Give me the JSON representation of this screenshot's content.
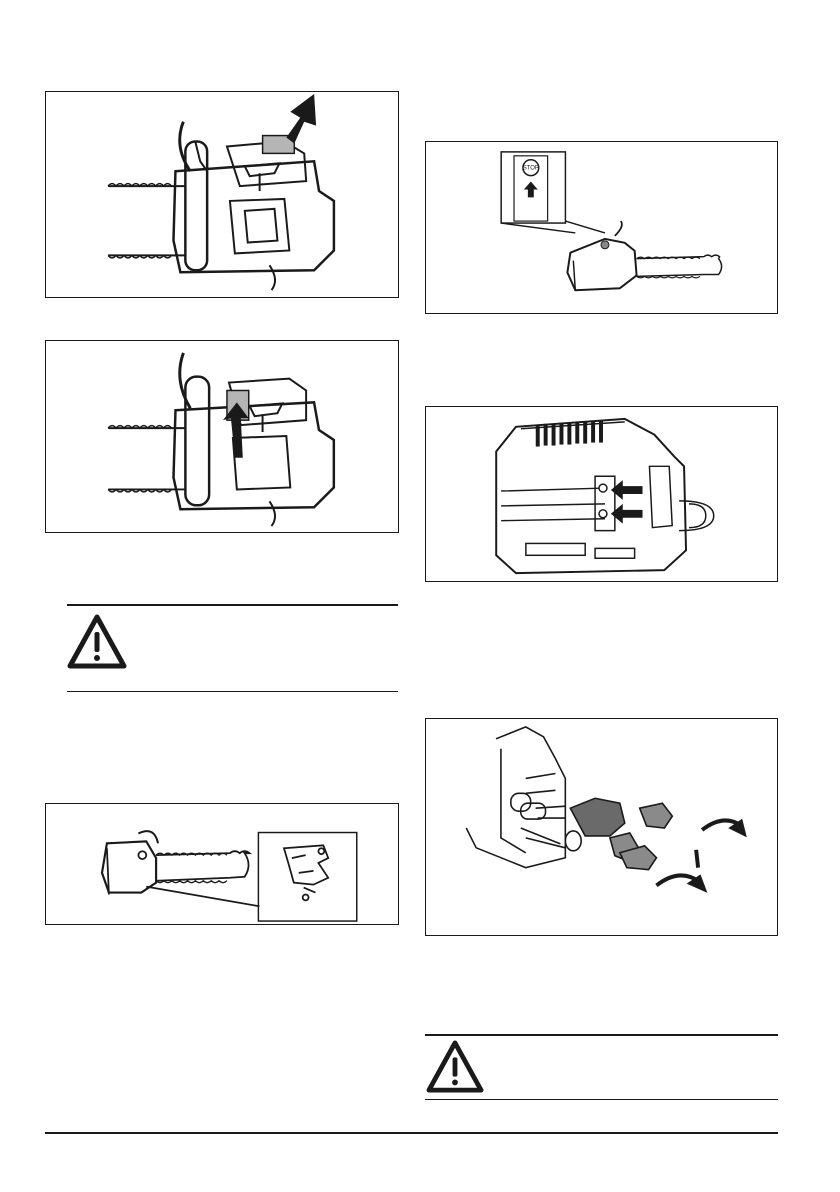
{
  "figures": [
    {
      "id": "fig-chain-brake-engage",
      "icon": "chainsaw-front-guard-push-forward"
    },
    {
      "id": "fig-chain-brake-release",
      "icon": "chainsaw-front-guard-pull-back"
    },
    {
      "id": "fig-stop-switch",
      "icon": "chainsaw-stop-switch",
      "label": "STOP"
    },
    {
      "id": "fig-side-cover-screws",
      "icon": "chainsaw-bar-nuts"
    },
    {
      "id": "fig-chain-catcher",
      "icon": "chainsaw-chain-catcher"
    },
    {
      "id": "fig-engine-mounts",
      "icon": "anti-vibration-dampers"
    }
  ],
  "warnings": [
    {
      "id": "warning-1",
      "icon": "warning-triangle-icon"
    },
    {
      "id": "warning-2",
      "icon": "warning-triangle-icon"
    }
  ]
}
